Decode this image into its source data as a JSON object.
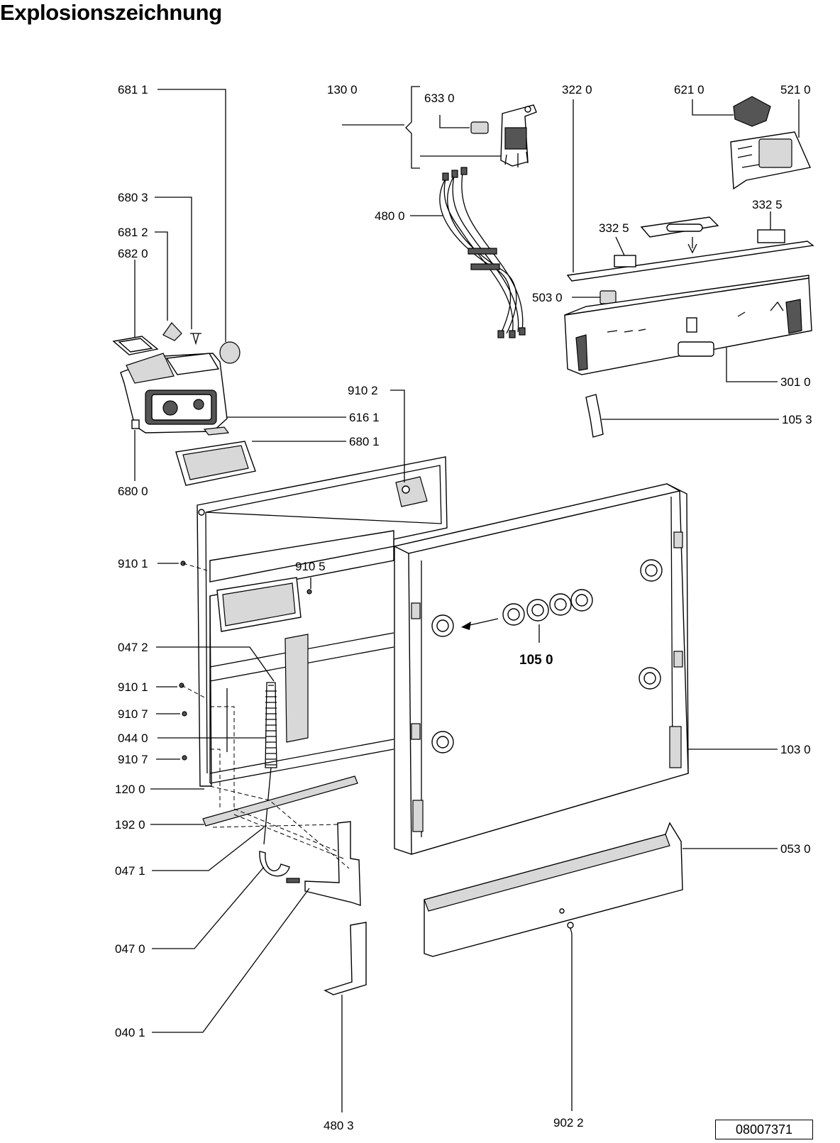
{
  "title": "Explosionszeichnung",
  "doc_number": "08007371",
  "parts": {
    "p6811": "681 1",
    "p1300": "130 0",
    "p6330": "633 0",
    "p3220": "322  0",
    "p6210": "621 0",
    "p5210": "521 0",
    "p6803": "680 3",
    "p4800": "480 0",
    "p3325a": "332  5",
    "p3325b": "332  5",
    "p6812": "681 2",
    "p6820": "682 0",
    "p5030": "503  0",
    "p3010": "301 0",
    "p9102": "910 2",
    "p6161": "616 1",
    "p1053": "105 3",
    "p6801": "680 1",
    "p6800": "680 0",
    "p9101a": "910 1",
    "p9105": "910 5",
    "p0472": "047 2",
    "p1050": "105 0",
    "p9101b": "910 1",
    "p9107a": "910 7",
    "p0440": "044 0",
    "p1030": "103 0",
    "p9107b": "910 7",
    "p1200": "120 0",
    "p1920": "192 0",
    "p0471": "047 1",
    "p0530": "053 0",
    "p0470": "047 0",
    "p0401": "040 1",
    "p4803": "480 3",
    "p9022": "902 2"
  },
  "icons": {
    "brand_plate": "Bauknecht-logo-plate"
  }
}
